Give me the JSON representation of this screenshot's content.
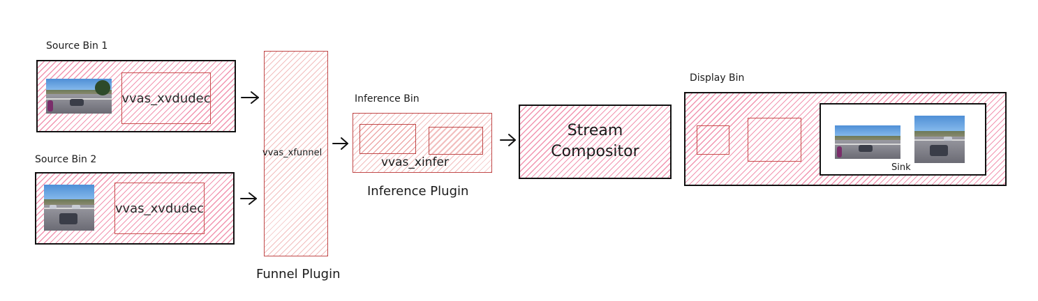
{
  "source_bin_1": {
    "title": "Source Bin 1",
    "decoder": "vvas_xvdudec"
  },
  "source_bin_2": {
    "title": "Source Bin 2",
    "decoder": "vvas_xvdudec"
  },
  "funnel": {
    "element": "vvas_xfunnel",
    "plugin_label": "Funnel Plugin"
  },
  "inference_bin": {
    "title": "Inference Bin",
    "element": "vvas_xinfer",
    "plugin_label": "Inference Plugin"
  },
  "compositor": {
    "line1": "Stream",
    "line2": "Compositor"
  },
  "display_bin": {
    "title": "Display Bin",
    "sink_label": "Sink"
  },
  "colors": {
    "hatch": "#e63c6e",
    "hatch_light": "#e16e6e",
    "outline": "#111111",
    "red_outline": "#c84a4a"
  },
  "icons": [
    "road-traffic-thumbnail",
    "right-arrow-icon"
  ]
}
